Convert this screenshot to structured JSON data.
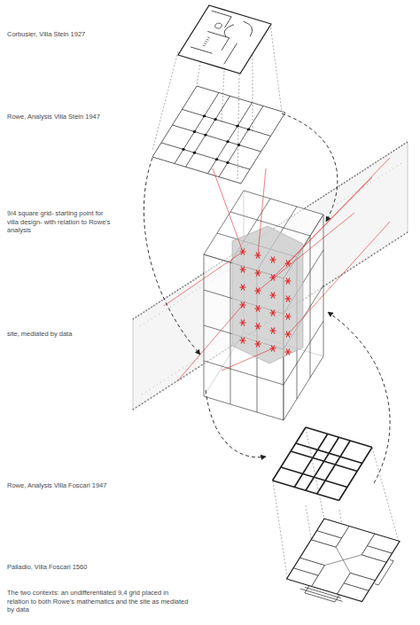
{
  "diagram": {
    "caption": "The two contexts: an undifferentiated 9,4 grid placed in relation to both Rowe's mathematics and the site as mediated by data",
    "labels": [
      "Corbusier, Villa Stein 1927",
      "Rowe, Analysis Villa Stein 1947",
      "9/4 square grid- starting point for villa design- with relation to Rowe's analysis",
      "site, mediated by data",
      "Rowe, Analysis Villa Foscari 1947",
      "Palladio, Villa Foscari 1560"
    ]
  }
}
